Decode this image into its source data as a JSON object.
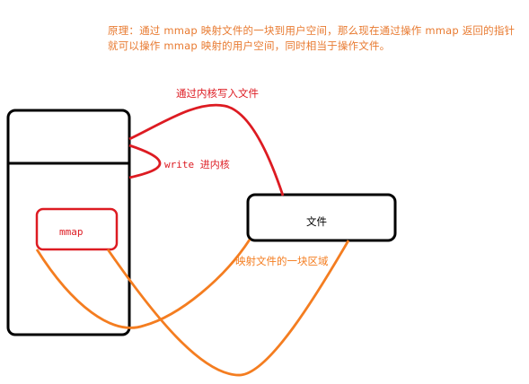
{
  "note": {
    "line1": "原理：通过 mmap 映射文件的一块到用户空间，那么现在通过操作 mmap 返回的指针",
    "line2": "就可以操作 mmap 映射的用户空间，同时相当于操作文件。"
  },
  "labels": {
    "kernel_write": "通过内核写入文件",
    "write_kernel": "write 进内核",
    "file": "文件",
    "mmap": "mmap",
    "mapped_region": "映射文件的一块区域"
  },
  "colors": {
    "note": "#e87a30",
    "red": "#dd1b22",
    "orange": "#f47d20",
    "black": "#000000"
  }
}
